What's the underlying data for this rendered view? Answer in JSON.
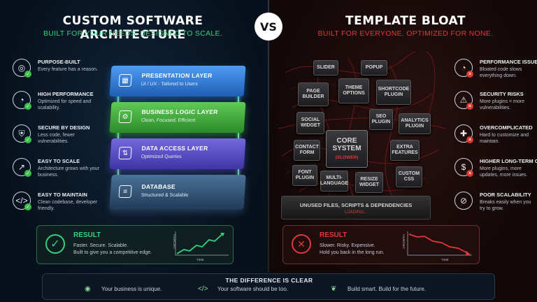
{
  "left": {
    "title": "CUSTOM SOFTWARE ARCHITECTURE",
    "subtitle": "BUILT FOR YOUR NEEDS. DESIGNED TO SCALE.",
    "accent": "#35d07f",
    "features": [
      {
        "icon": "target-icon",
        "title": "PURPOSE-BUILT",
        "desc": "Every feature has a reason."
      },
      {
        "icon": "gauge-icon",
        "title": "HIGH PERFORMANCE",
        "desc": "Optimized for speed and scalability."
      },
      {
        "icon": "shield-icon",
        "title": "SECURE BY DESIGN",
        "desc": "Less code, fewer vulnerabilities."
      },
      {
        "icon": "growth-icon",
        "title": "EASY TO SCALE",
        "desc": "Architecture grows with your business."
      },
      {
        "icon": "code-icon",
        "title": "EASY TO MAINTAIN",
        "desc": "Clean codebase, developer friendly."
      }
    ],
    "layers": [
      {
        "title": "PRESENTATION LAYER",
        "desc": "UI / UX - Tailored to Users",
        "color": "#2f7fe0"
      },
      {
        "title": "BUSINESS LOGIC LAYER",
        "desc": "Clean, Focused, Efficient",
        "color": "#3fae3a"
      },
      {
        "title": "DATA ACCESS LAYER",
        "desc": "Optimized Queries",
        "color": "#5b4fc9"
      },
      {
        "title": "DATABASE",
        "desc": "Structured & Scalable",
        "color": "#3a5e86"
      }
    ],
    "result": {
      "title": "RESULT",
      "lines": [
        "Faster. Secure. Scalable.",
        "Built to give you a competitive edge."
      ],
      "axis_y": "GROWTH",
      "axis_x": "TIME"
    }
  },
  "vs": "VS",
  "right": {
    "title": "TEMPLATE BLOAT",
    "subtitle": "BUILT FOR EVERYONE. OPTIMIZED FOR NONE.",
    "accent": "#e0383a",
    "features": [
      {
        "icon": "speedometer-icon",
        "title": "PERFORMANCE ISSUES",
        "desc": "Bloated code slows everything down."
      },
      {
        "icon": "warning-icon",
        "title": "SECURITY RISKS",
        "desc": "More plugins = more vulnerabilities."
      },
      {
        "icon": "puzzle-icon",
        "title": "OVERCOMPLICATED",
        "desc": "Hard to customize and maintain."
      },
      {
        "icon": "dollar-icon",
        "title": "HIGHER LONG-TERM COST",
        "desc": "More plugins, more updates, more issues."
      },
      {
        "icon": "blocked-icon",
        "title": "POOR SCALABILITY",
        "desc": "Breaks easily when you try to grow."
      }
    ],
    "blocks": {
      "slider": "SLIDER",
      "popup": "POPUP",
      "page_builder": "PAGE BUILDER",
      "theme_options": "THEME OPTIONS",
      "shortcode": "SHORTCODE PLUGIN",
      "social": "SOCIAL WIDGET",
      "seo": "SEO PLUGIN",
      "analytics": "ANALYTICS PLUGIN",
      "contact": "CONTACT FORM",
      "core": "CORE SYSTEM",
      "core_sub": "(SLOWER)",
      "extra": "EXTRA FEATURES",
      "font": "FONT PLUGIN",
      "multi": "MULTI-LANGUAGE",
      "resize": "RESIZE WIDGET",
      "css": "CUSTOM CSS"
    },
    "base": "UNUSED FILES, SCRIPTS & DEPENDENCIES",
    "loading": "LOADING...",
    "result": {
      "title": "RESULT",
      "lines": [
        "Slower. Risky. Expensive.",
        "Hold you back in the long run."
      ],
      "axis_y": "GROWTH",
      "axis_x": "TIME"
    }
  },
  "bottom": {
    "title": "THE DIFFERENCE IS CLEAR",
    "items": [
      {
        "icon": "fingerprint-icon",
        "text": "Your business is unique."
      },
      {
        "icon": "code-brackets-icon",
        "text": "Your software should be too."
      },
      {
        "icon": "sprout-icon",
        "text": "Build smart. Build for the future."
      }
    ]
  }
}
